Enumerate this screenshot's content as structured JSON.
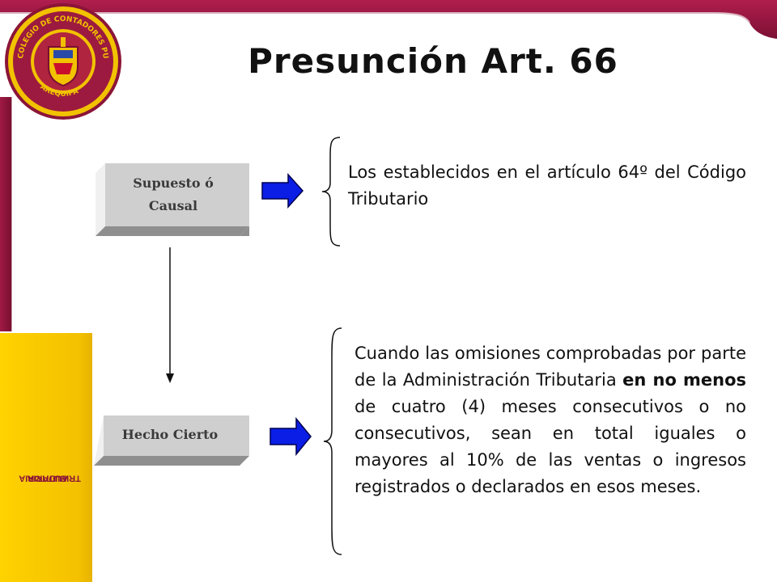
{
  "slide": {
    "title": "Presunción Art. 66",
    "sidebar_line1": "AUDITORIA",
    "sidebar_line2": "TRIBUTARIA",
    "logo_text": "COLEGIO DE CONTADORES PUBLICOS DE AREQUIPA"
  },
  "boxes": {
    "supuesto": "Supuesto ó Causal",
    "hecho": "Hecho Cierto"
  },
  "texts": {
    "top": "Los establecidos en el artículo 64º del Código Tributario",
    "bottom_pre": "Cuando las omisiones comprobadas por parte de la Administración Tributaria ",
    "bottom_bold": "en no menos",
    "bottom_post": " de cuatro (4) meses consecutivos o no consecutivos, sean en total iguales o mayores al 10% de las ventas o ingresos registrados o declarados en esos meses."
  },
  "colors": {
    "maroon": "#8b1538",
    "yellow": "#f4c100",
    "arrow_blue": "#0a1ee6",
    "box_gray": "#cfcfcf"
  }
}
